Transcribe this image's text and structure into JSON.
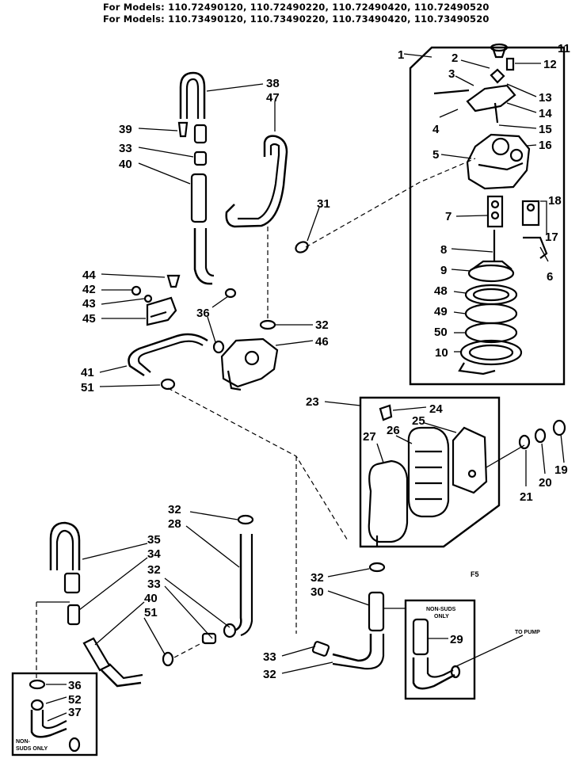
{
  "header": {
    "line1_prefix": "For Models:",
    "line1_models": "110.72490120, 110.72490220, 110.72490420, 110.72490520",
    "line2_prefix": "For Models:",
    "line2_models": "110.73490120, 110.73490220, 110.73490420, 110.73490520"
  },
  "part_labels": {
    "p1": "1",
    "p2": "2",
    "p3": "3",
    "p4": "4",
    "p5": "5",
    "p6": "6",
    "p7": "7",
    "p8": "8",
    "p9": "9",
    "p10": "10",
    "p11": "11",
    "p12": "12",
    "p13": "13",
    "p14": "14",
    "p15": "15",
    "p16": "16",
    "p17": "17",
    "p18": "18",
    "p19": "19",
    "p20": "20",
    "p21": "21",
    "p23": "23",
    "p24": "24",
    "p25": "25",
    "p26": "26",
    "p27": "27",
    "p28": "28",
    "p29": "29",
    "p30": "30",
    "p31": "31",
    "p32a": "32",
    "p32b": "32",
    "p32c": "32",
    "p32d": "32",
    "p32e": "32",
    "p33a": "33",
    "p33b": "33",
    "p33c": "33",
    "p34": "34",
    "p35": "35",
    "p36a": "36",
    "p36b": "36",
    "p37": "37",
    "p38": "38",
    "p39": "39",
    "p40a": "40",
    "p40b": "40",
    "p41": "41",
    "p42": "42",
    "p43": "43",
    "p44": "44",
    "p45": "45",
    "p46": "46",
    "p47": "47",
    "p48": "48",
    "p49": "49",
    "p50": "50",
    "p51a": "51",
    "p51b": "51",
    "p52": "52"
  },
  "annotations": {
    "non_suds_left_1": "NON-",
    "non_suds_left_2": "SUDS ONLY",
    "non_suds_right_1": "NON-SUDS",
    "non_suds_right_2": "ONLY",
    "to_pump": "TO PUMP",
    "f5": "F5"
  }
}
